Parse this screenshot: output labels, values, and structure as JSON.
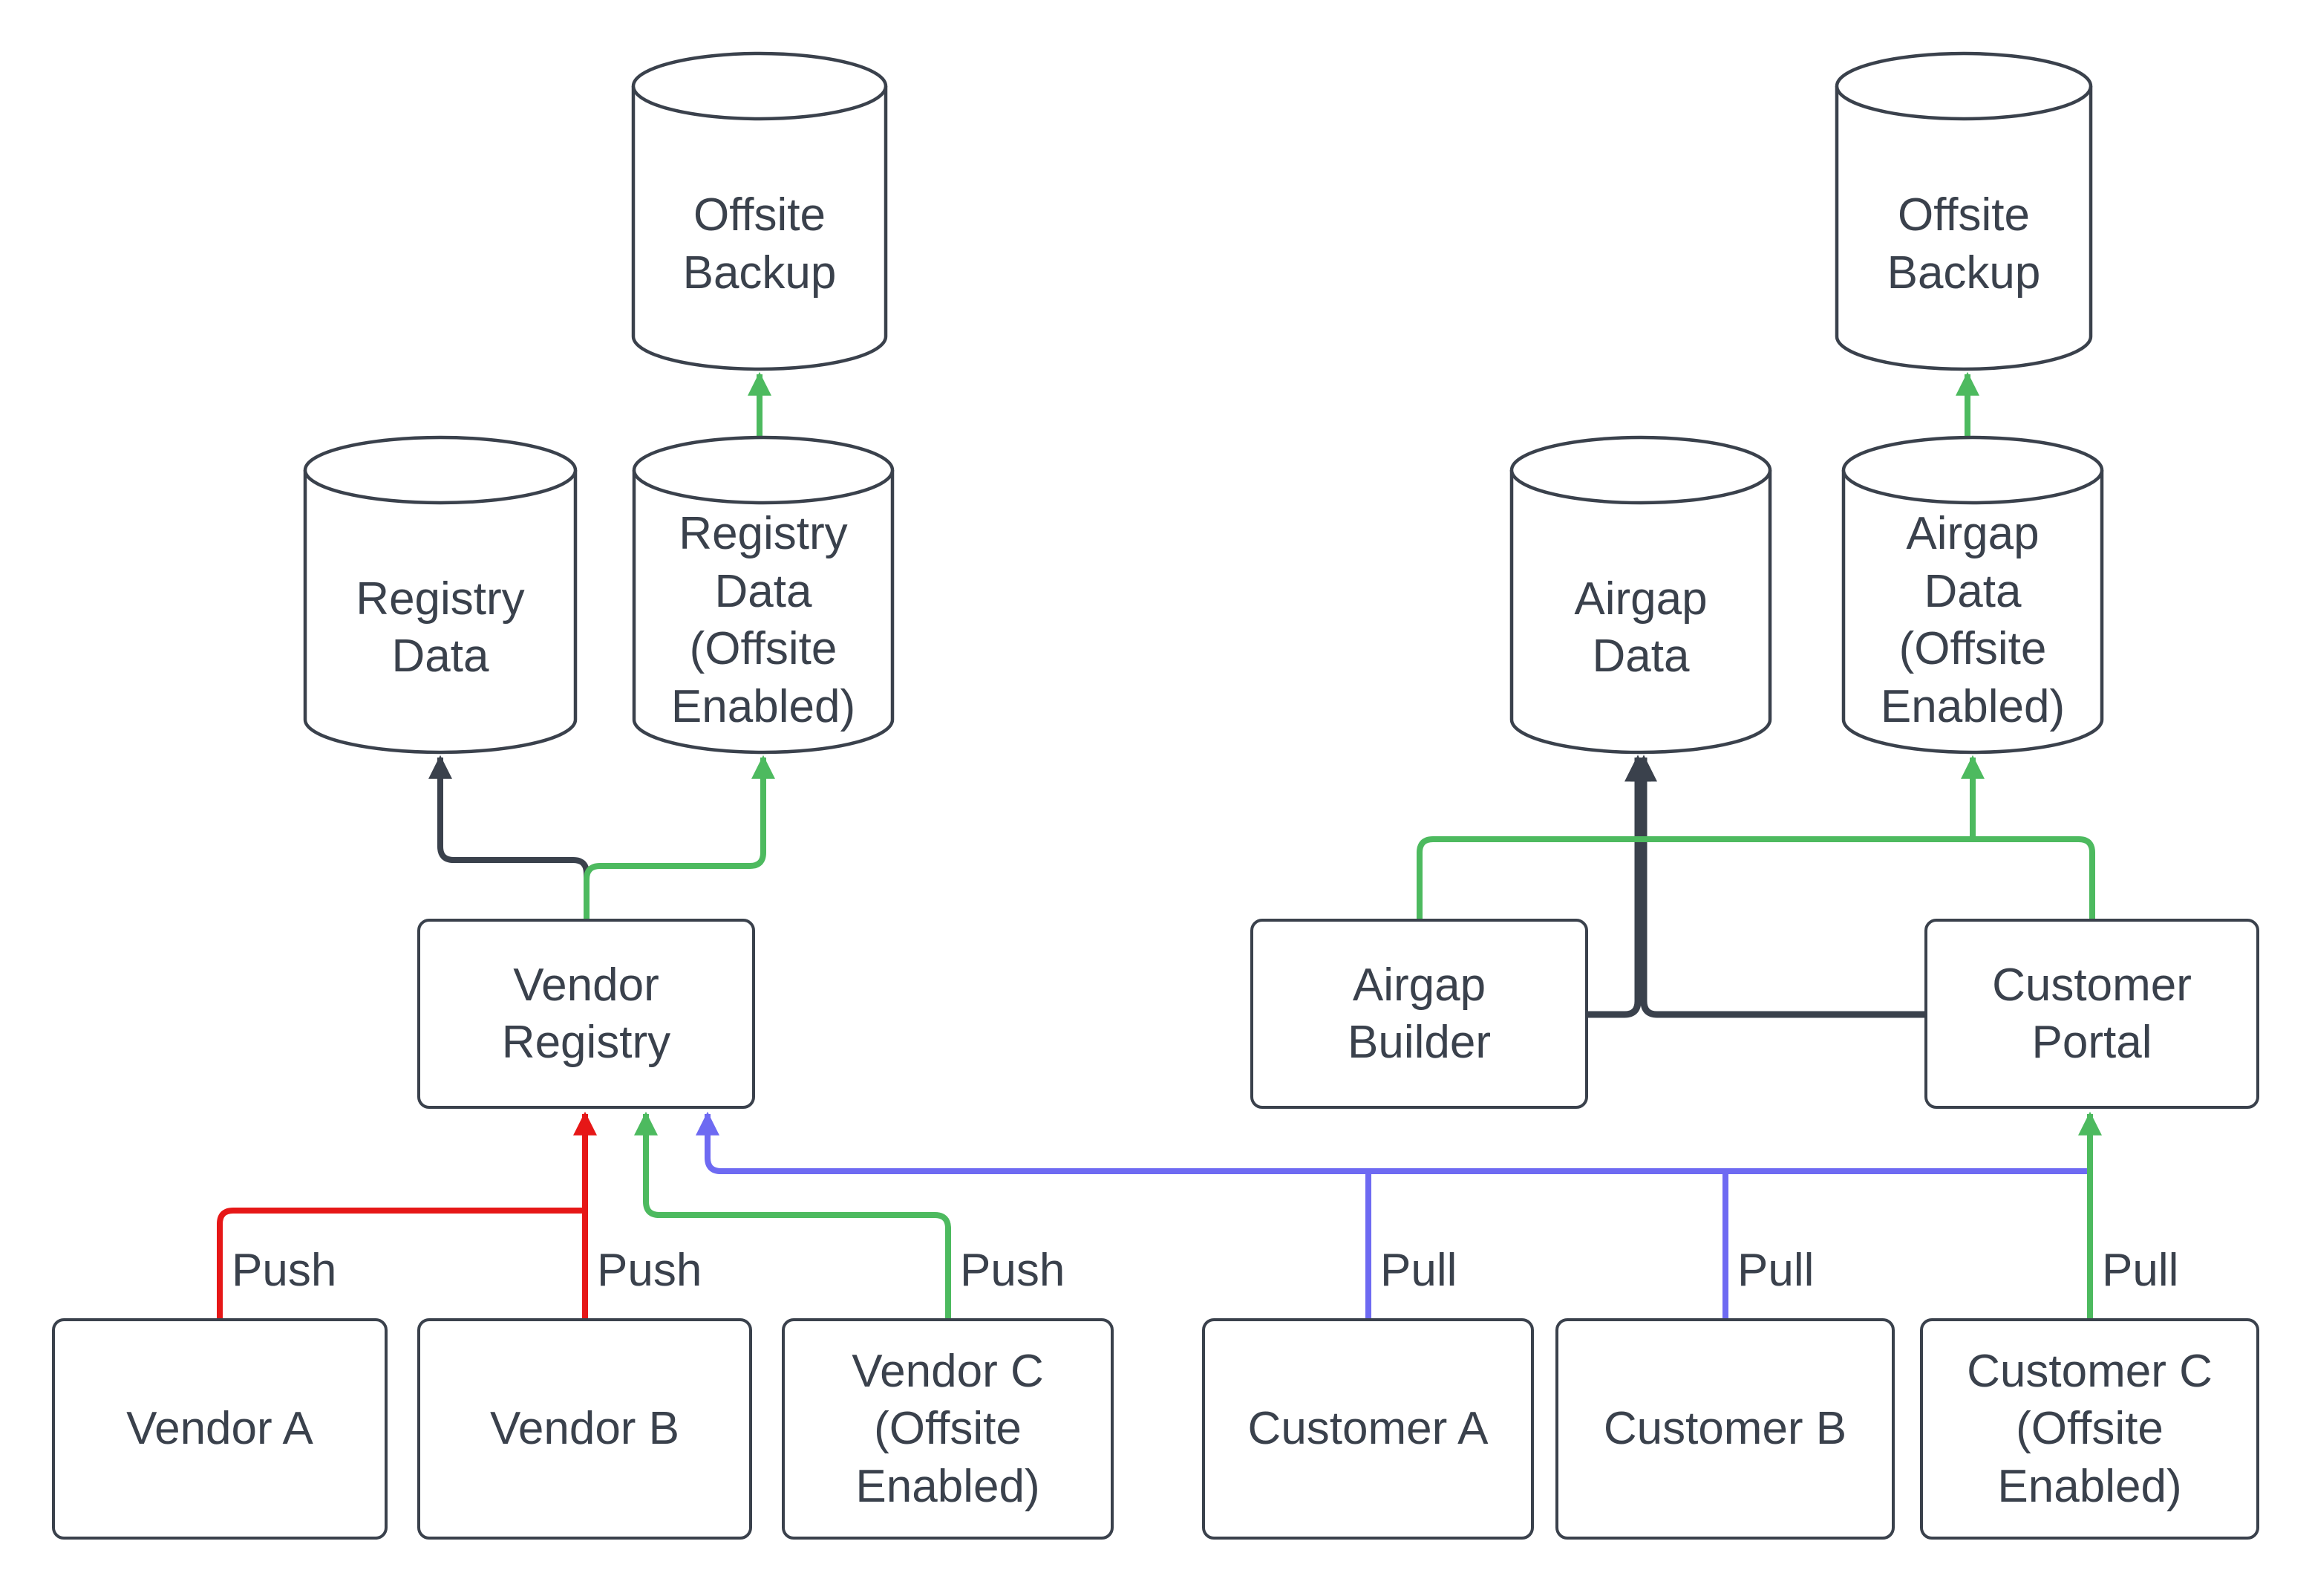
{
  "diagram": {
    "title": "Vendor registry and airgap distribution diagram",
    "background": "#ffffff",
    "colors": {
      "node_stroke": "#3a414c",
      "text": "#3a414c",
      "push_red": "#e61717",
      "offsite_green": "#4dba5f",
      "pull_blue": "#6e6af2"
    },
    "nodes": {
      "offsite_backup_left": {
        "label": "Offsite Backup",
        "type": "cylinder"
      },
      "registry_data": {
        "label": "Registry Data",
        "type": "cylinder"
      },
      "registry_data_offsite": {
        "label": "Registry Data (Offsite Enabled)",
        "type": "cylinder"
      },
      "vendor_registry": {
        "label": "Vendor Registry",
        "type": "box"
      },
      "vendor_a": {
        "label": "Vendor A",
        "type": "box"
      },
      "vendor_b": {
        "label": "Vendor B",
        "type": "box"
      },
      "vendor_c": {
        "label": "Vendor C (Offsite Enabled)",
        "type": "box"
      },
      "offsite_backup_right": {
        "label": "Offsite Backup",
        "type": "cylinder"
      },
      "airgap_data": {
        "label": "Airgap Data",
        "type": "cylinder"
      },
      "airgap_data_offsite": {
        "label": "Airgap Data (Offsite Enabled)",
        "type": "cylinder"
      },
      "airgap_builder": {
        "label": "Airgap Builder",
        "type": "box"
      },
      "customer_portal": {
        "label": "Customer Portal",
        "type": "box"
      },
      "customer_a": {
        "label": "Customer A",
        "type": "box"
      },
      "customer_b": {
        "label": "Customer B",
        "type": "box"
      },
      "customer_c": {
        "label": "Customer C (Offsite Enabled)",
        "type": "box"
      }
    },
    "edge_labels": {
      "push": "Push",
      "pull": "Pull"
    },
    "edges": [
      {
        "from": "Vendor A",
        "to": "Vendor Registry",
        "label": "Push",
        "color": "#e61717"
      },
      {
        "from": "Vendor B",
        "to": "Vendor Registry",
        "label": "Push",
        "color": "#e61717"
      },
      {
        "from": "Vendor C (Offsite Enabled)",
        "to": "Vendor Registry",
        "label": "Push",
        "color": "#4dba5f"
      },
      {
        "from": "Vendor Registry",
        "to": "Registry Data",
        "label": "",
        "color": "#3a414c"
      },
      {
        "from": "Vendor Registry",
        "to": "Registry Data (Offsite Enabled)",
        "label": "",
        "color": "#4dba5f"
      },
      {
        "from": "Registry Data (Offsite Enabled)",
        "to": "Offsite Backup",
        "label": "",
        "color": "#4dba5f"
      },
      {
        "from": "Customer A",
        "to": "Vendor Registry",
        "label": "Pull",
        "color": "#6e6af2"
      },
      {
        "from": "Customer B",
        "to": "Vendor Registry",
        "label": "Pull",
        "color": "#6e6af2"
      },
      {
        "from": "Customer C (Offsite Enabled)",
        "to": "Customer Portal",
        "label": "Pull",
        "color": "#4dba5f"
      },
      {
        "from": "Airgap Builder",
        "to": "Airgap Data",
        "label": "",
        "color": "#3a414c"
      },
      {
        "from": "Customer Portal",
        "to": "Airgap Data",
        "label": "",
        "color": "#3a414c"
      },
      {
        "from": "Airgap Builder",
        "to": "Airgap Data (Offsite Enabled)",
        "label": "",
        "color": "#4dba5f"
      },
      {
        "from": "Customer Portal",
        "to": "Airgap Data (Offsite Enabled)",
        "label": "",
        "color": "#4dba5f"
      },
      {
        "from": "Airgap Data (Offsite Enabled)",
        "to": "Offsite Backup",
        "label": "",
        "color": "#4dba5f"
      }
    ]
  }
}
